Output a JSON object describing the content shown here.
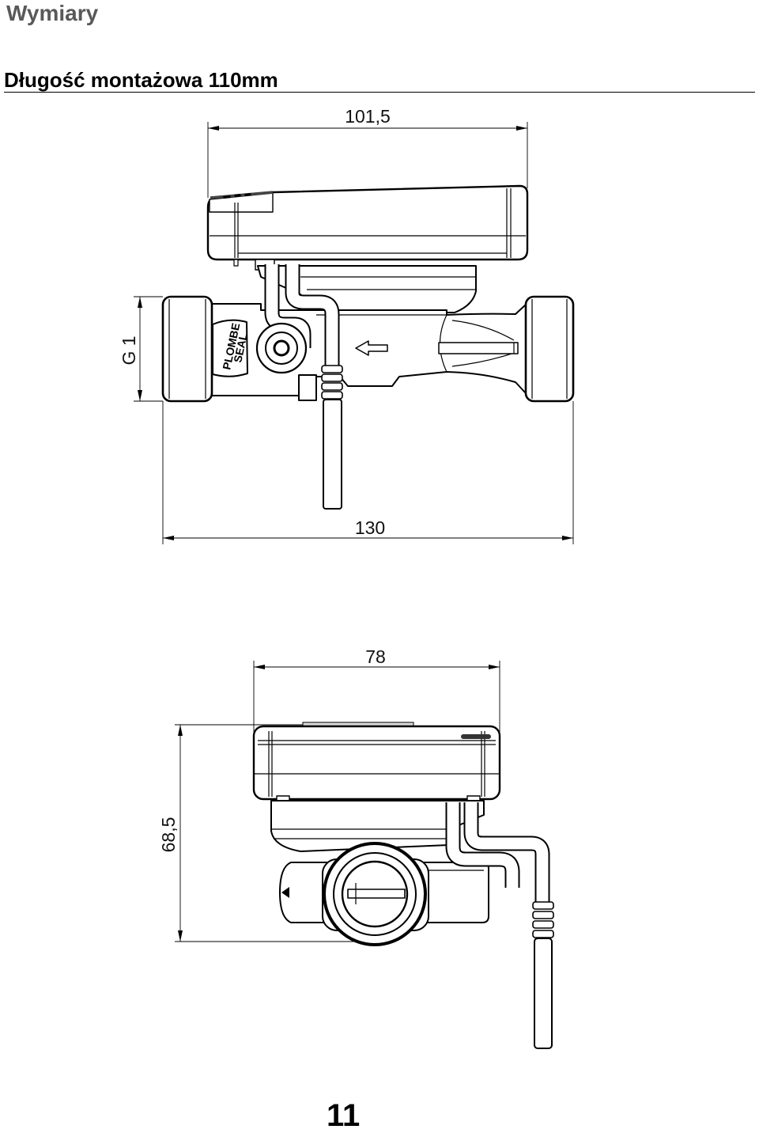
{
  "header": {
    "section_title": "Wymiary",
    "subtitle": "Długość montażowa 110mm"
  },
  "side_view": {
    "dimension_length_top": "101,5",
    "dimension_length_overall": "130",
    "dimension_thread": "G 1",
    "seal_label_line1": "PLOMBE",
    "seal_label_line2": "SEAL"
  },
  "front_view": {
    "dimension_width": "78",
    "dimension_height": "68,5"
  },
  "footer": {
    "page_number": "11"
  },
  "colors": {
    "section_title": "#595959",
    "drawing_line": "#000000"
  }
}
